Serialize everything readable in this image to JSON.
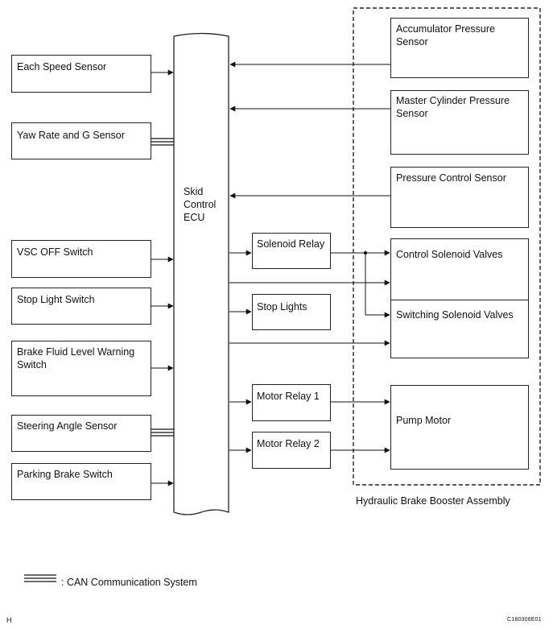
{
  "inputs": {
    "each_speed": "Each Speed Sensor",
    "yaw_rate": "Yaw Rate and G Sensor",
    "vsc_off": "VSC OFF Switch",
    "stop_light_switch": "Stop Light Switch",
    "brake_fluid": "Brake Fluid Level Warning Switch",
    "steering_angle": "Steering Angle Sensor",
    "parking_brake": "Parking Brake Switch"
  },
  "ecu": {
    "label": "Skid Control ECU"
  },
  "relays": {
    "solenoid": "Solenoid Relay",
    "stop_lights": "Stop Lights",
    "motor1": "Motor Relay 1",
    "motor2": "Motor Relay 2"
  },
  "assembly": {
    "title": "Hydraulic Brake Booster Assembly",
    "accumulator": "Accumulator Pressure Sensor",
    "master_cyl": "Master Cylinder Pressure Sensor",
    "pressure_control": "Pressure Control Sensor",
    "control_solenoid": "Control Solenoid Valves",
    "switching_solenoid": "Switching Solenoid Valves",
    "pump_motor": "Pump Motor"
  },
  "legend": {
    "can": ": CAN Communication System"
  },
  "footer": {
    "left": "H",
    "right": "C180306E01"
  }
}
